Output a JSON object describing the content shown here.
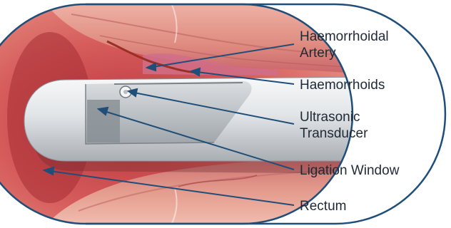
{
  "frame_color": "#1f4e79",
  "leader_color": "#1f4e79",
  "background_color": "#ffffff",
  "tissue_colors": {
    "rectum_wall": "#d9575a",
    "rectum_deep": "#a8323a",
    "mucosa": "#e9a39a",
    "artery": "#b03a2e"
  },
  "device_colors": {
    "body": "#e6e8ea",
    "shadow": "#9aa0a5",
    "window": "#c3c8cc"
  },
  "labels": {
    "artery_line1": "Haemorrhoidal",
    "artery_line2": "Artery",
    "haemorrhoids": "Haemorrhoids",
    "transducer_line1": "Ultrasonic",
    "transducer_line2": "Transducer",
    "ligation_window": "Ligation Window",
    "rectum": "Rectum"
  }
}
